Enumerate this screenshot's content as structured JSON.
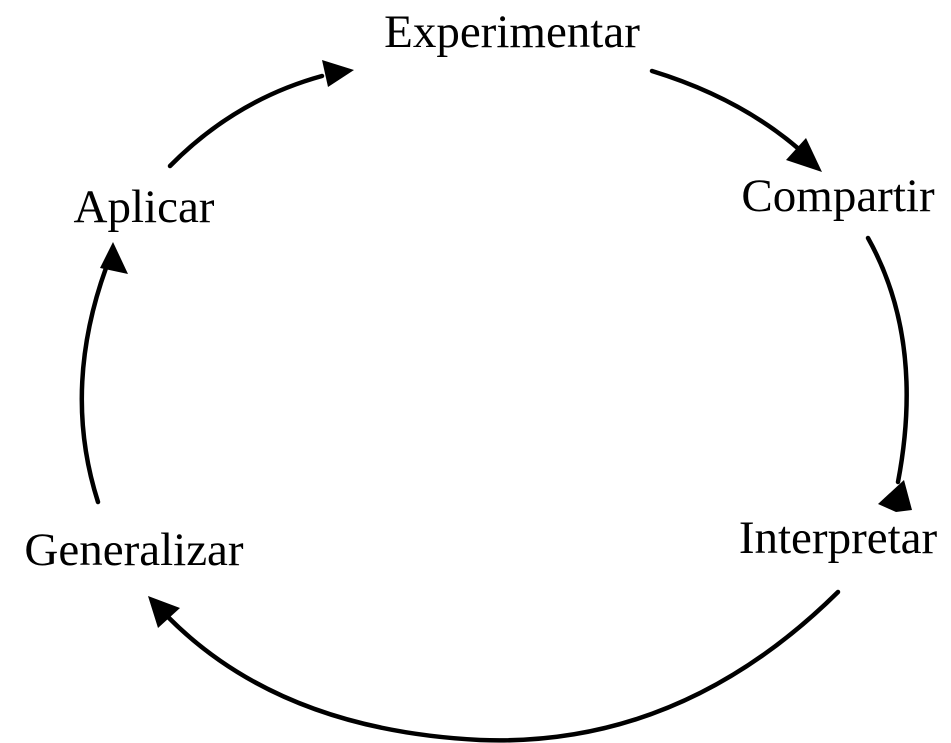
{
  "diagram": {
    "stages": [
      {
        "id": "experimentar",
        "label": "Experimentar"
      },
      {
        "id": "compartir",
        "label": "Compartir"
      },
      {
        "id": "interpretar",
        "label": "Interpretar"
      },
      {
        "id": "generalizar",
        "label": "Generalizar"
      },
      {
        "id": "aplicar",
        "label": "Aplicar"
      }
    ],
    "arrows": [
      {
        "from": "experimentar",
        "to": "compartir"
      },
      {
        "from": "compartir",
        "to": "interpretar"
      },
      {
        "from": "interpretar",
        "to": "generalizar"
      },
      {
        "from": "generalizar",
        "to": "aplicar"
      },
      {
        "from": "aplicar",
        "to": "experimentar"
      }
    ],
    "colors": {
      "ink": "#000000",
      "background": "#ffffff"
    }
  }
}
